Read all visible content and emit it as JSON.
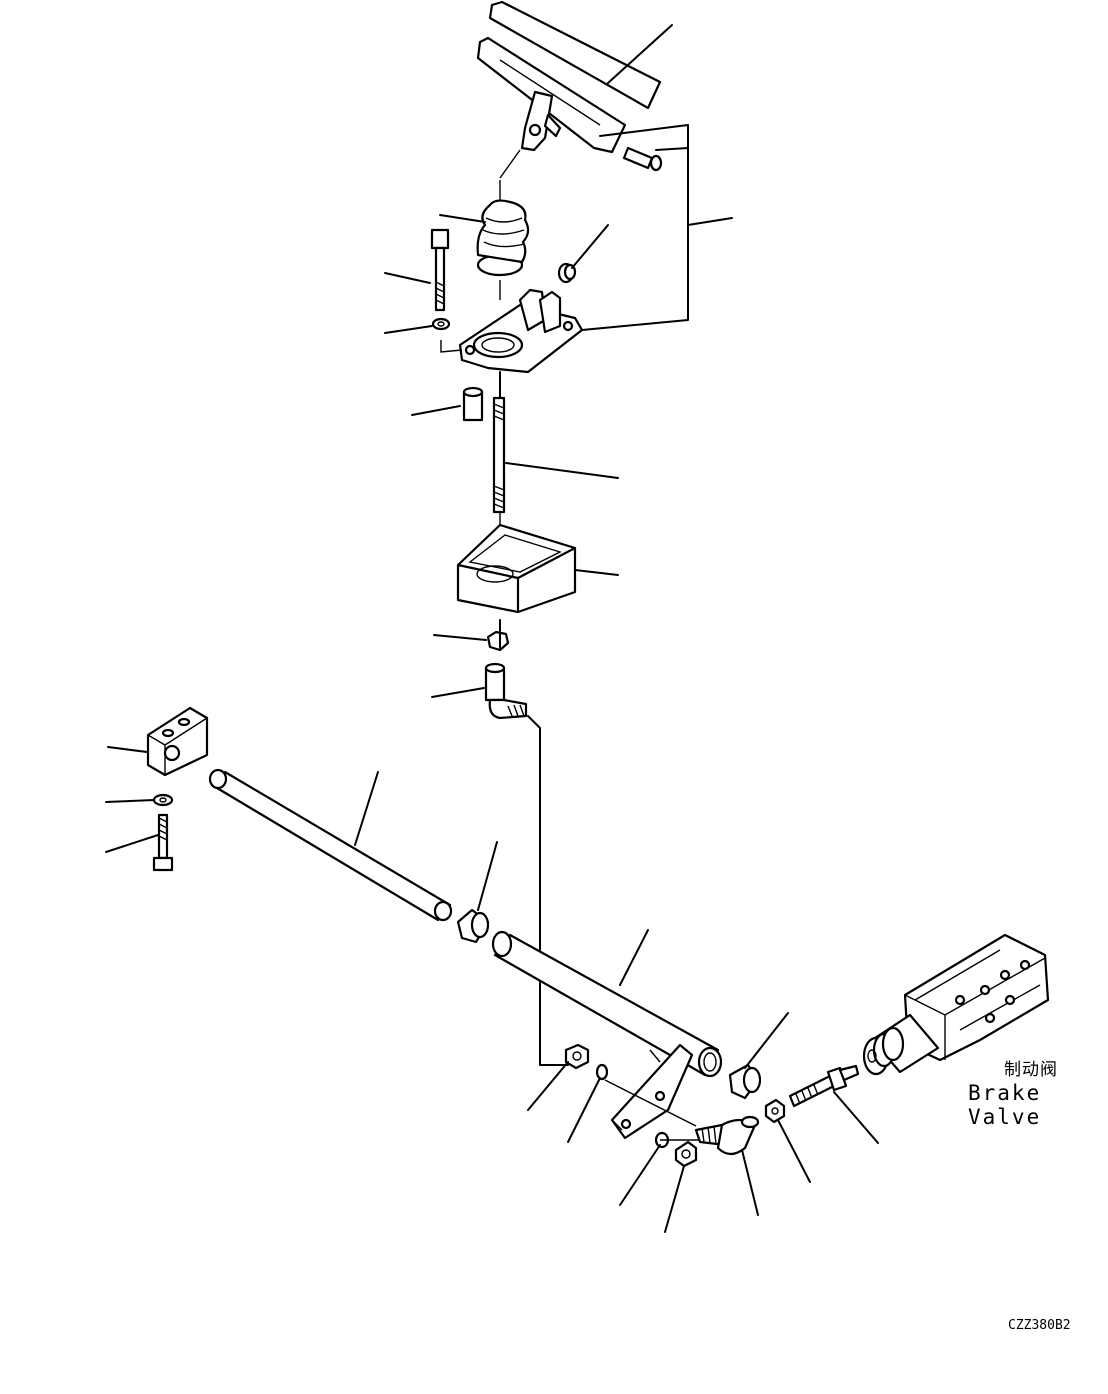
{
  "callout": {
    "brake_valve_cn": "制动阀",
    "brake_valve_en": "Brake Valve"
  },
  "drawing_code": "CZZ380B2"
}
